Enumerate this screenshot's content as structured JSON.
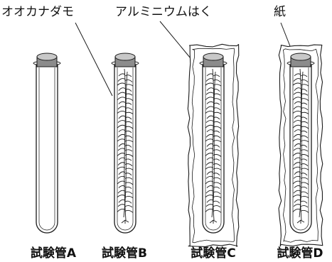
{
  "labels": {
    "plant": "オオカナダモ",
    "foil": "アルミニウムはく",
    "paper": "紙"
  },
  "tubes": [
    {
      "caption": "試験管A",
      "plant": false,
      "cover": "none"
    },
    {
      "caption": "試験管B",
      "plant": true,
      "cover": "none"
    },
    {
      "caption": "試験管C",
      "plant": true,
      "cover": "aluminum-foil"
    },
    {
      "caption": "試験管D",
      "plant": true,
      "cover": "paper"
    }
  ],
  "colors": {
    "stroke": "#1a1a1a",
    "stopper": "#8c8c8c",
    "stopper_top": "#c8c8c8",
    "background": "#ffffff"
  }
}
